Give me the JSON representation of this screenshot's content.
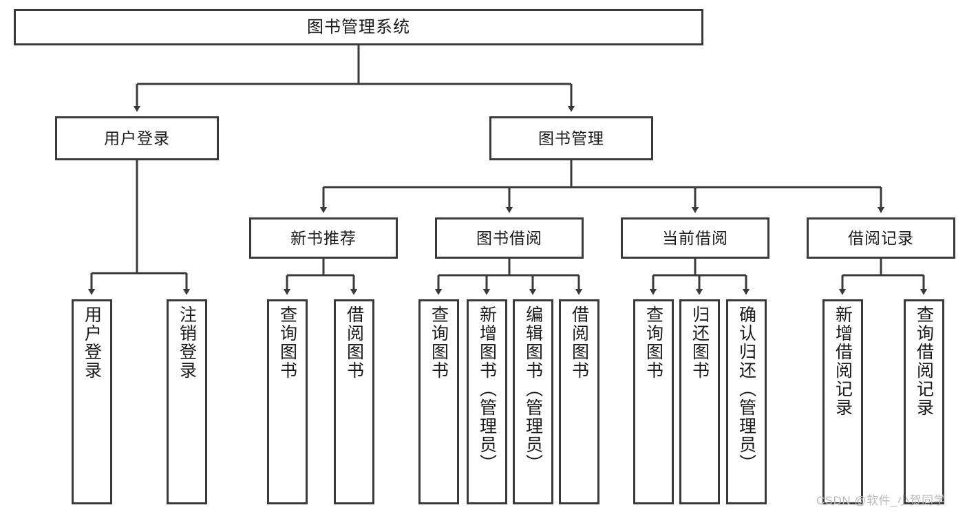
{
  "diagram": {
    "type": "tree-hierarchy",
    "title": "图书管理系统",
    "watermark": "CSDN @软件_小贺同学",
    "colors": {
      "background": "#ffffff",
      "stroke": "#3a3a3a",
      "text": "#1a1a1a",
      "watermark": "#b9b9b9"
    },
    "levels": {
      "root": "图书管理系统",
      "level2": [
        "用户登录",
        "图书管理"
      ],
      "level3": [
        "新书推荐",
        "图书借阅",
        "当前借阅",
        "借阅记录"
      ]
    },
    "nodes": {
      "root": {
        "label": "图书管理系统"
      },
      "user_login": {
        "label": "用户登录"
      },
      "book_manage": {
        "label": "图书管理"
      },
      "new_book_rec": {
        "label": "新书推荐"
      },
      "book_borrow": {
        "label": "图书借阅"
      },
      "current_borrow": {
        "label": "当前借阅"
      },
      "borrow_record": {
        "label": "借阅记录"
      },
      "leaf_user_login": {
        "label": "用户登录"
      },
      "leaf_logout": {
        "label": "注销登录"
      },
      "leaf_query_book_1": {
        "label": "查询图书"
      },
      "leaf_borrow_book_1": {
        "label": "借阅图书"
      },
      "leaf_query_book_2": {
        "label": "查询图书"
      },
      "leaf_add_book": {
        "label": "新增图书（管理员）"
      },
      "leaf_edit_book": {
        "label": "编辑图书（管理员）"
      },
      "leaf_borrow_book_2": {
        "label": "借阅图书"
      },
      "leaf_query_book_3": {
        "label": "查询图书"
      },
      "leaf_return_book": {
        "label": "归还图书"
      },
      "leaf_confirm_return": {
        "label": "确认归还（管理员）"
      },
      "leaf_add_record": {
        "label": "新增借阅记录"
      },
      "leaf_query_record": {
        "label": "查询借阅记录"
      }
    },
    "edges": [
      {
        "from": "root",
        "to": "user_login"
      },
      {
        "from": "root",
        "to": "book_manage"
      },
      {
        "from": "user_login",
        "to": "leaf_user_login"
      },
      {
        "from": "user_login",
        "to": "leaf_logout"
      },
      {
        "from": "book_manage",
        "to": "new_book_rec"
      },
      {
        "from": "book_manage",
        "to": "book_borrow"
      },
      {
        "from": "book_manage",
        "to": "current_borrow"
      },
      {
        "from": "book_manage",
        "to": "borrow_record"
      },
      {
        "from": "new_book_rec",
        "to": "leaf_query_book_1"
      },
      {
        "from": "new_book_rec",
        "to": "leaf_borrow_book_1"
      },
      {
        "from": "book_borrow",
        "to": "leaf_query_book_2"
      },
      {
        "from": "book_borrow",
        "to": "leaf_add_book"
      },
      {
        "from": "book_borrow",
        "to": "leaf_edit_book"
      },
      {
        "from": "book_borrow",
        "to": "leaf_borrow_book_2"
      },
      {
        "from": "current_borrow",
        "to": "leaf_query_book_3"
      },
      {
        "from": "current_borrow",
        "to": "leaf_return_book"
      },
      {
        "from": "current_borrow",
        "to": "leaf_confirm_return"
      },
      {
        "from": "borrow_record",
        "to": "leaf_add_record"
      },
      {
        "from": "borrow_record",
        "to": "leaf_query_record"
      }
    ]
  }
}
